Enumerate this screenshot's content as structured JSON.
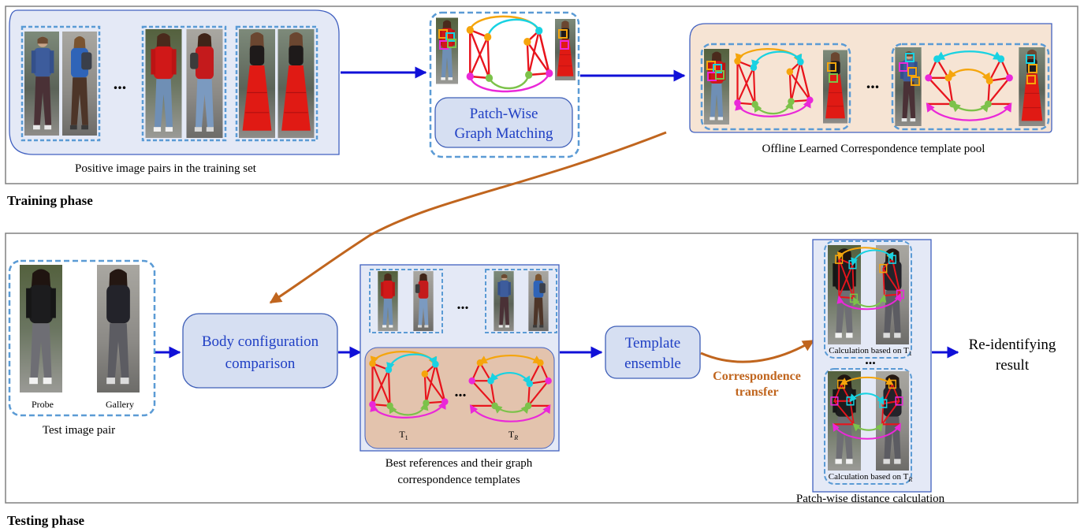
{
  "training": {
    "phase_label": "Training phase",
    "positive_pairs_caption": "Positive image pairs in the training set",
    "patch_wise_line1": "Patch-Wise",
    "patch_wise_line2": "Graph Matching",
    "template_pool_caption": "Offline Learned Correspondence template pool",
    "ellipsis": "..."
  },
  "testing": {
    "phase_label": "Testing phase",
    "probe_label": "Probe",
    "gallery_label": "Gallery",
    "test_pair_caption": "Test image pair",
    "body_config_line1": "Body configuration",
    "body_config_line2": "comparison",
    "best_refs_line1": "Best references and their graph",
    "best_refs_line2": "correspondence templates",
    "template_t1": "T",
    "template_t1_sub": "1",
    "template_tr": "T",
    "template_tr_sub": "R",
    "template_ensemble_line1": "Template",
    "template_ensemble_line2": "ensemble",
    "correspondence_line1": "Correspondence",
    "correspondence_line2": "transfer",
    "calc_t1": "Calculation based on T",
    "calc_t1_sub": "1",
    "calc_tr": "Calculation based on T",
    "calc_tr_sub": "R",
    "patch_distance_caption": "Patch-wise distance calculation",
    "result_line1": "Re-identifying",
    "result_line2": "result",
    "ellipsis": "..."
  },
  "colors": {
    "flow_arrow": "#1010d8",
    "transfer_arrow": "#c0651e",
    "box_fill": "#d6dff2",
    "box_stroke": "#3f5fb8",
    "template_fill": "#f6e4d4",
    "template_dark_fill": "#e3c3ad",
    "dash": "#5b9bd5",
    "graph_red": "#e8141c",
    "graph_orange": "#f5a50c",
    "graph_cyan": "#18d2e2",
    "graph_green": "#7cc24a",
    "graph_magenta": "#ea28d8"
  }
}
